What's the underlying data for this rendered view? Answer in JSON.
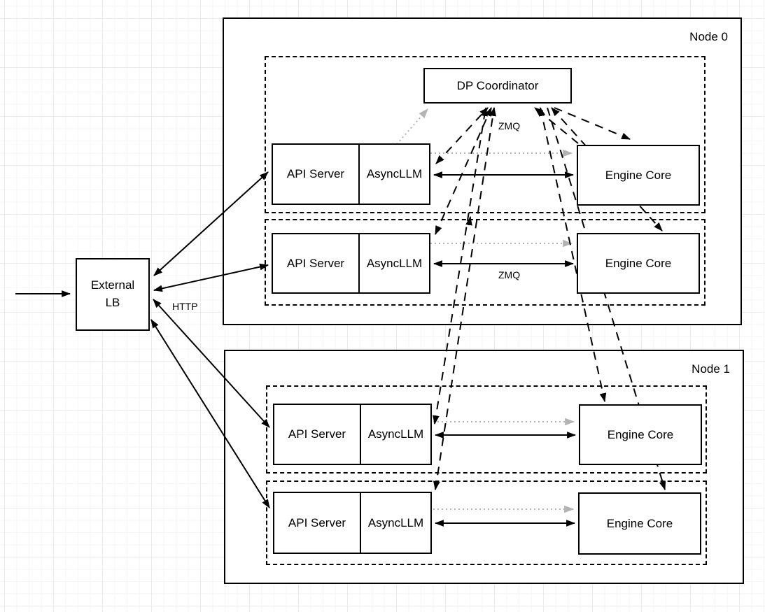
{
  "diagram": {
    "external_lb": {
      "line1": "External",
      "line2": "LB"
    },
    "coordinator": {
      "label": "DP Coordinator"
    },
    "nodes": [
      {
        "label": "Node 0",
        "rows": [
          {
            "api_server": "API Server",
            "async_llm": "AsyncLLM",
            "engine_core": "Engine Core"
          },
          {
            "api_server": "API Server",
            "async_llm": "AsyncLLM",
            "engine_core": "Engine Core"
          }
        ]
      },
      {
        "label": "Node 1",
        "rows": [
          {
            "api_server": "API Server",
            "async_llm": "AsyncLLM",
            "engine_core": "Engine Core"
          },
          {
            "api_server": "API Server",
            "async_llm": "AsyncLLM",
            "engine_core": "Engine Core"
          }
        ]
      }
    ],
    "edge_labels": {
      "http": "HTTP",
      "zmq_coordinator": "ZMQ",
      "zmq_engine": "ZMQ"
    },
    "colors": {
      "stroke": "#000000",
      "gray_arrow": "#b3b3b3",
      "box_fill": "#ffffff"
    }
  }
}
